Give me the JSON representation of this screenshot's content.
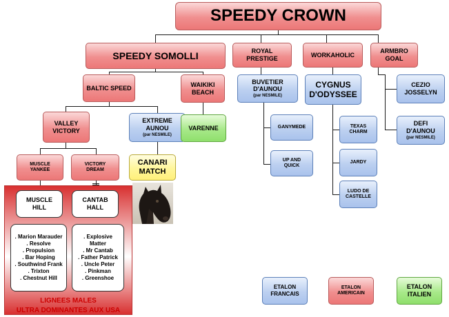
{
  "title": "SPEEDY CROWN",
  "nodes": {
    "speedy_somolli": "SPEEDY SOMOLLI",
    "royal_prestige": "ROYAL\nPRESTIGE",
    "workaholic": "WORKAHOLIC",
    "armbro_goal": "ARMBRO\nGOAL",
    "baltic_speed": "BALTIC SPEED",
    "waikiki_beach": "WAIKIKI\nBEACH",
    "buvetier_daunou": "BUVETIER\nD'AUNOU",
    "buvetier_note": "(par NESMILE)",
    "cygnus_dodyssee": "CYGNUS\nD'ODYSSEE",
    "cezio_josselyn": "CEZIO\nJOSSELYN",
    "valley_victory": "VALLEY\nVICTORY",
    "extreme_aunou": "EXTREME\nAUNOU",
    "extreme_note": "(par NESMILE)",
    "varenne": "VARENNE",
    "defi_daunou": "DEFI\nD'AUNOU",
    "defi_note": "(par NESMILE)",
    "ganymede": "GANYMEDE",
    "up_and_quick": "UP AND\nQUICK",
    "texas_charm": "TEXAS\nCHARM",
    "jardy": "JARDY",
    "ludo_de_castelle": "LUDO DE\nCASTELLE",
    "muscle_yankee": "MUSCLE\nYANKEE",
    "victory_dream": "VICTORY\nDREAM",
    "canari_match": "CANARI\nMATCH"
  },
  "usa_lines": {
    "muscle_hill": "MUSCLE\nHILL",
    "cantab_hall": "CANTAB\nHALL",
    "muscle_hill_offspring": [
      ". Marion Marauder",
      ". Resolve",
      ". Propulsion",
      ". Bar Hoping",
      ". Southwind  Frank",
      ". Trixton",
      ". Chestnut Hill"
    ],
    "cantab_hall_offspring": [
      ". Explosive",
      "Matter",
      ". Mr Cantab",
      ". Father Patrick",
      ". Uncle Peter",
      ". Pinkman",
      ". Greenshoe"
    ],
    "caption_line1": "LIGNEES MALES",
    "caption_line2": "ULTRA DOMINANTES AUX USA"
  },
  "legend": {
    "french": "ETALON\nFRANCAIS",
    "american": "ETALON\nAMERICAIN",
    "italian": "ETALON\nITALIEN"
  },
  "colors": {
    "american": "#ec7777",
    "french": "#a9c2ec",
    "italian": "#8fdf6c",
    "canari": "#fff07a",
    "caption_red": "#cc0000"
  },
  "photo": {
    "subject": "dark-horse-head-photo"
  }
}
